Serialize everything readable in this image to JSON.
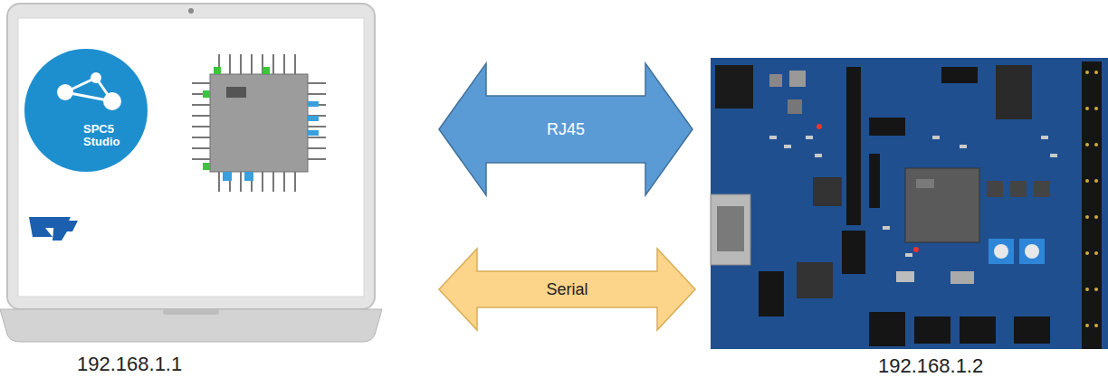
{
  "diagram": {
    "nodes": [
      {
        "text": [
          "192.168.1.1"
        ]
      },
      {
        "text": [
          "192.168.1.2"
        ]
      }
    ],
    "edges": [
      {
        "from": 0,
        "to": 1,
        "label": "RJ45",
        "arrow": "both"
      },
      {
        "from": 0,
        "to": 1,
        "label": "Serial",
        "arrow": "both"
      }
    ],
    "labels": [
      "SPC5 Studio"
    ]
  }
}
